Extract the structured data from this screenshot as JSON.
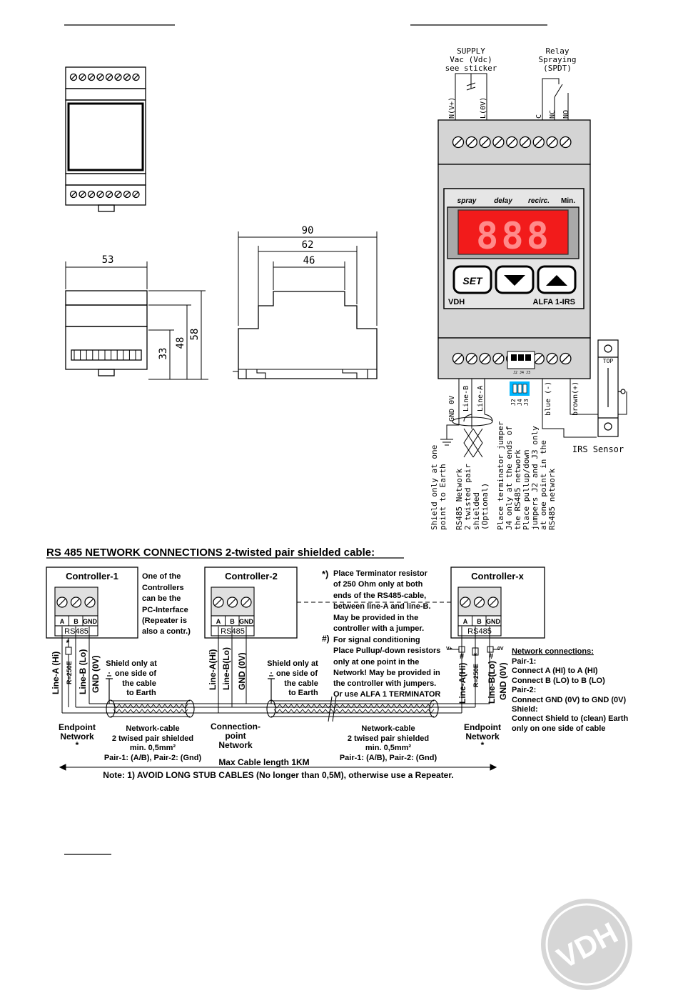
{
  "wiring": {
    "supply_label": [
      "SUPPLY",
      "Vac (Vdc)",
      "see sticker"
    ],
    "relay_label": [
      "Relay",
      "Spraying",
      "(SPDT)"
    ],
    "terminal_top": [
      "N(V+)",
      "L(0V)",
      "C",
      "NC",
      "NO"
    ],
    "terminal_bottom": [
      "GND 0V",
      "Line-B",
      "Line-A",
      "blue (-)",
      "brown(+)"
    ],
    "jumpers": [
      "J2",
      "J4",
      "J3"
    ],
    "device_display_labels": [
      "spray",
      "delay",
      "recirc.",
      "Min."
    ],
    "device_digits": "888",
    "device_buttons": [
      "SET"
    ],
    "device_brand": "VDH",
    "device_model": "ALFA 1-IRS",
    "sensor_label": "IRS Sensor",
    "sensor_top": "TOP",
    "notes": [
      [
        "Shield only at one",
        "point to Earth"
      ],
      [
        "RS485 Network",
        "2 twisted pair",
        "shielded",
        "(Optional)"
      ],
      [
        "Place terminator jumper",
        "J4 only at the ends of",
        "the RS485 network",
        "Place pullup/down",
        "jumpers J2 and J3 only",
        "at one point in the",
        "RS485 network"
      ]
    ]
  },
  "dimensions": {
    "w53": "53",
    "h33": "33",
    "h48": "48",
    "h58": "58",
    "w90": "90",
    "w62": "62",
    "w46": "46"
  },
  "network": {
    "title": "RS 485  NETWORK CONNECTIONS 2-twisted pair shielded cable:",
    "controllers": [
      "Controller-1",
      "Controller-2",
      "Controller-x"
    ],
    "terminal_labels": [
      "A",
      "B",
      "GND"
    ],
    "rs485": "RS485",
    "controller1_note": [
      "One of the",
      "Controllers",
      "can be the",
      "PC-Interface",
      "(Repeater is",
      " also a contr.)"
    ],
    "note_star_mark": "*)",
    "note_star": [
      "Place Terminator resistor",
      "of 250 Ohm only at both",
      "ends of the RS485-cable,",
      "between line-A and line-B.",
      "May be provided in the",
      "controller with a jumper."
    ],
    "note_hash_mark": "#)",
    "note_hash": [
      "For signal conditioning",
      "Place Pullup/-down resistors",
      "only at one point in the",
      "Network! May be provided in",
      "the controller with jumpers.",
      "Or use ALFA 1 TERMINATOR"
    ],
    "vertical_left": [
      "Line-A (Hi)",
      "R=250E",
      "Line-B (Lo)",
      "GND (0V)"
    ],
    "vertical_mid": [
      "Line-A(Hi)",
      "Line-B(Lo)",
      "GND (0V)"
    ],
    "vertical_right": [
      "Line-A(Hi)",
      "R=250E",
      "Line-B(Lo)",
      "GND (0V)"
    ],
    "shield_note": [
      "Shield only at",
      "one side of",
      "the cable",
      "to Earth"
    ],
    "endpoint": [
      "Endpoint",
      "Network",
      "*"
    ],
    "connection_point": [
      "Connection-",
      "point",
      "Network"
    ],
    "cable_note": [
      "Network-cable",
      "2 twised pair shielded",
      "min. 0,5mm²",
      "Pair-1: (A/B), Pair-2: (Gnd)"
    ],
    "max_length": "Max Cable length 1KM",
    "note": "Note: 1)  AVOID LONG STUB CABLES (No longer than 0,5M), otherwise use a Repeater.",
    "vplus": "V+",
    "zerov": "0V",
    "connections_title": "Network connections:",
    "connections": [
      "Pair-1:",
      "   Connect A (HI) to A (HI)",
      "   Connect B (LO) to B (LO)",
      "Pair-2:",
      "   Connect GND (0V) to GND (0V)",
      "Shield:",
      "   Connect Shield to (clean) Earth",
      "   only on one side of cable"
    ]
  },
  "logo": "VDH"
}
